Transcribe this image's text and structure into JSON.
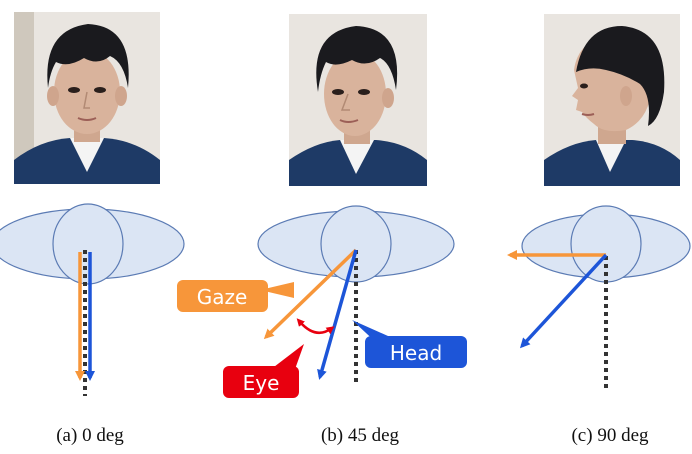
{
  "colors": {
    "gaze": "#f7963a",
    "head": "#1d55d8",
    "eye": "#e8000f",
    "head_fill": "#dbe5f4",
    "head_stroke": "#5b7bb4",
    "sweater": "#1e3a66",
    "skin": "#d9b39c",
    "hair": "#1a1a1e",
    "photo_bg": "#e9e5e0"
  },
  "panels": [
    {
      "id": "a",
      "caption": "(a) 0 deg"
    },
    {
      "id": "b",
      "caption": "(b) 45 deg"
    },
    {
      "id": "c",
      "caption": "(c) 90 deg"
    }
  ],
  "labels": {
    "gaze": "Gaze",
    "head": "Head",
    "eye": "Eye"
  }
}
